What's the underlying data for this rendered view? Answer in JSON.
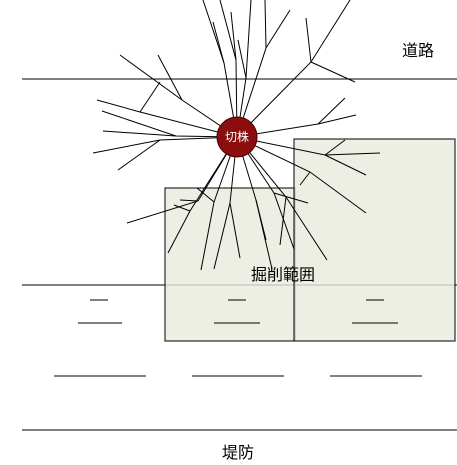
{
  "labels": {
    "road": "道路",
    "excavation": "掘削範囲",
    "stump": "切株",
    "embankment": "堤防"
  },
  "colors": {
    "excavation_fill": "#E8EBDE",
    "stump_fill": "#8B0D0D",
    "line": "#000000"
  }
}
